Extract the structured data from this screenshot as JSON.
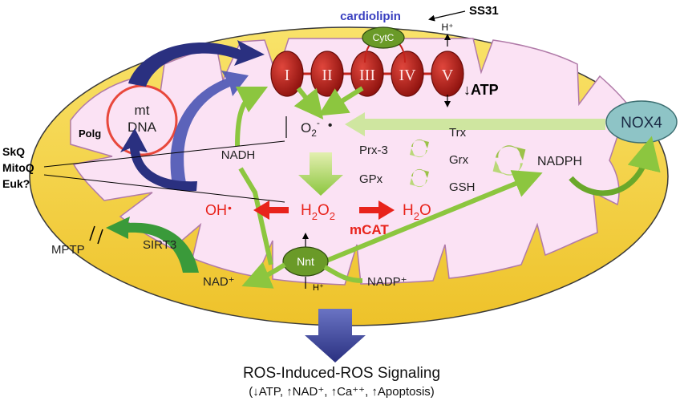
{
  "complexes": [
    "I",
    "II",
    "III",
    "IV",
    "V"
  ],
  "labels": {
    "ss31": "SS31",
    "cardiolipin": "cardiolipin",
    "cytc": "CytC",
    "h_plus": "H⁺",
    "atp": "↓ATP",
    "nox4": "NOX4",
    "mt_dna_1": "mt",
    "mt_dna_2": "DNA",
    "polg": "Polg",
    "skq": "SkQ",
    "mitoq": "MitoQ",
    "euk": "Euk?",
    "nadh": "NADH",
    "o2_main": "O",
    "o2_sub": "2",
    "o2_sup": "-",
    "o2_dot": "•",
    "prx3": "Prx-3",
    "gpx": "GPx",
    "trx": "Trx",
    "grx": "Grx",
    "gsh": "GSH",
    "nadph": "NADPH",
    "oh": "OH",
    "oh_dot": "•",
    "h2o2_main": "H",
    "h2o2_sub1": "2",
    "h2o2_o": "O",
    "h2o2_sub2": "2",
    "h2o_main": "H",
    "h2o_sub": "2",
    "h2o_o": "O",
    "mcat": "mCAT",
    "mptp": "MPTP",
    "sirt3": "SIRT3",
    "nnt": "Nnt",
    "nnt_h": "H⁺",
    "nad_plus": "NAD⁺",
    "nadp_plus": "NADP⁺",
    "signal_title": "ROS-Induced-ROS Signaling",
    "signal_sub": "(↓ATP, ↑NAD⁺, ↑Ca⁺⁺, ↑Apoptosis)"
  },
  "colors": {
    "outer": "#f4d63e",
    "inner": "#fbe2f4",
    "complex": "#c4221b",
    "green_arrow": "#8cc63f",
    "red_arrow": "#e8231b",
    "blue_arrow": "#2a3080",
    "nox4": "#8ec4c6",
    "nnt": "#6a9a28"
  }
}
